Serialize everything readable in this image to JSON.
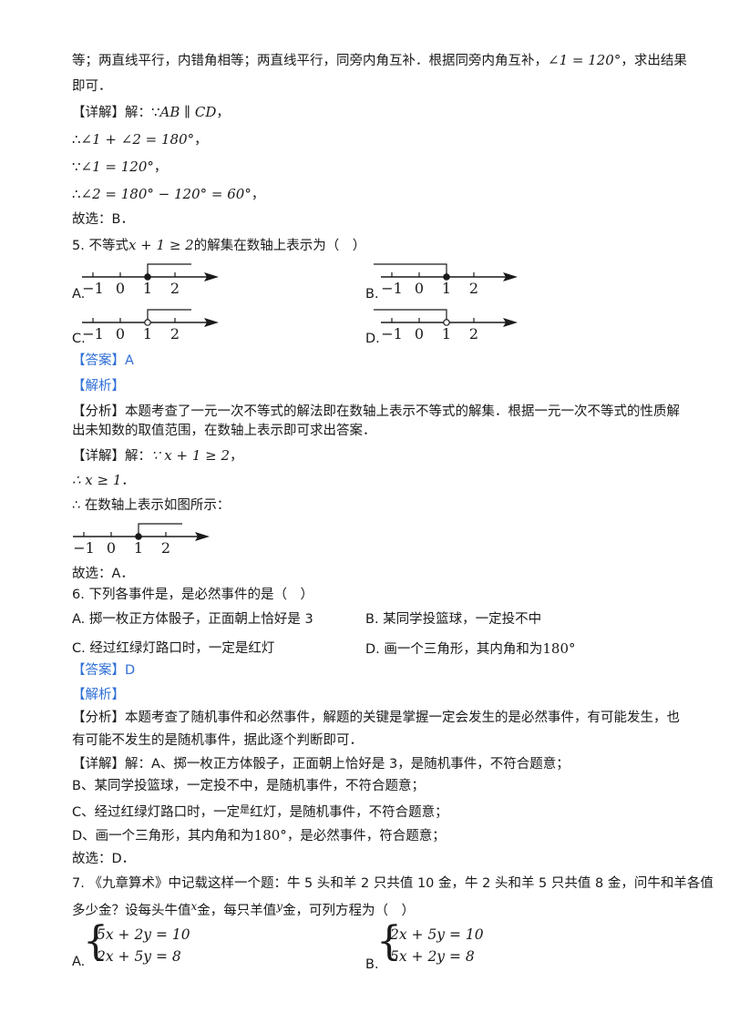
{
  "intro": {
    "line1_pre": "等；两直线平行，内错角相等；两直线平行，同旁内角互补．根据同旁内角互补，",
    "angle_expr": "∠1 = 120°",
    "line1_post": "，求出结果",
    "line2": "即可．"
  },
  "q4_detail": {
    "label": "【详解】解：",
    "because_sym": "∵",
    "expr1": "AB ∥ CD",
    "end1": "，",
    "therefore_sym": "∴",
    "expr2": "∠1 + ∠2 = 180°",
    "end2": "，",
    "expr3": "∠1 = 120°",
    "end3": "，",
    "expr4": "∠2 = 180° − 120° = 60°",
    "end4": "，",
    "choice": "故选：B．"
  },
  "q5": {
    "stem_pre": "5. 不等式",
    "stem_expr": "x + 1 ≥ 2",
    "stem_post": "的解集在数轴上表示为（　）",
    "option_labels": [
      "A.",
      "B.",
      "C.",
      "D."
    ],
    "tick_labels": [
      "−1",
      "0",
      "1",
      "2"
    ],
    "answer": "【答案】A",
    "analysis_label": "【解析】",
    "analysis_line1": "【分析】本题考查了一元一次不等式的解法即在数轴上表示不等式的解集．根据一元一次不等式的性质解",
    "analysis_line2": "出未知数的取值范围，在数轴上表示即可求出答案．",
    "detail_label": "【详解】解：",
    "detail_expr1": "∵ x + 1 ≥ 2",
    "detail_end1": "，",
    "detail_expr2": "∴ x ≥ 1",
    "detail_end2": "．",
    "detail_line3": "∴ 在数轴上表示如图所示：",
    "choice": "故选：A．"
  },
  "q6": {
    "stem": "6. 下列各事件是，是必然事件的是（　）",
    "optA": "A. 掷一枚正方体骰子，正面朝上恰好是 3",
    "optB": "B. 某同学投篮球，一定投不中",
    "optC": "C. 经过红绿灯路口时，一定是红灯",
    "optD_pre": "D. 画一个三角形，其内角和为",
    "optD_expr": "180°",
    "answer": "【答案】D",
    "analysis_label": "【解析】",
    "analysis_line1": "【分析】本题考查了随机事件和必然事件，解题的关键是掌握一定会发生的是必然事件，有可能发生，也",
    "analysis_line2": "有可能不发生的是随机事件，据此逐个判断即可．",
    "detail1": "【详解】解：A、掷一枚正方体骰子，正面朝上恰好是 3，是随机事件，不符合题意；",
    "detail2": "B、某同学投篮球，一定投不中，是随机事件，不符合题意；",
    "detail3_pre": "C、经过红绿灯路口时，一定",
    "detail3_small": "是",
    "detail3_post": "红灯，是随机事件，不符合题意；",
    "detail4_pre": "D、画一个三角形，其内角和为",
    "detail4_expr": "180°",
    "detail4_post": "，是必然事件，符合题意；",
    "choice": "故选：D．"
  },
  "q7": {
    "stem_line1": "7. 《九章算术》中记载这样一个题：牛 5 头和羊 2 只共值 10 金，牛 2 头和羊 5 只共值 8 金，问牛和羊各值",
    "stem_line2_a": "多少金？设每头牛值",
    "stem_var_x": "x",
    "stem_line2_b": "金，每只羊值",
    "stem_var_y": "y",
    "stem_line2_c": "金，可列方程为（　）",
    "optA_label": "A.",
    "optA_eq1": "5x + 2y = 10",
    "optA_eq2": "2x + 5y = 8",
    "optB_label": "B.",
    "optB_eq1": "2x + 5y = 10",
    "optB_eq2": "5x + 2y = 8"
  }
}
